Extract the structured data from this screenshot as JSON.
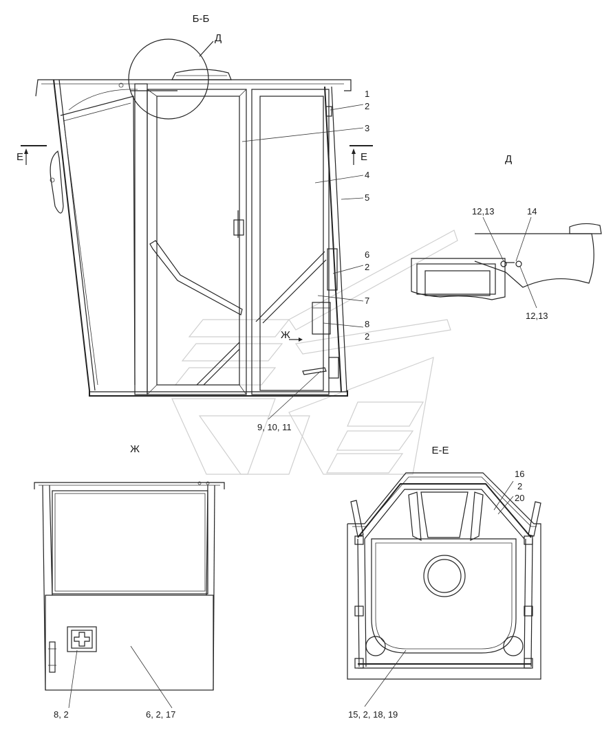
{
  "views": {
    "bb": "Б-Б",
    "d": "Д",
    "d_callout": "Д",
    "zh": "Ж",
    "zh_arrow": "Ж",
    "ee": "Е-Е",
    "e_left": "Е",
    "e_right": "Е"
  },
  "callouts": {
    "c1": "1",
    "c2a": "2",
    "c3": "3",
    "c4": "4",
    "c5": "5",
    "c6": "6",
    "c2b": "2",
    "c7": "7",
    "c8": "8",
    "c2c": "2",
    "c9": "9, 10, 11",
    "d1213a": "12,13",
    "d14": "14",
    "d1213b": "12,13",
    "ee16": "16",
    "ee2": "2",
    "ee20": "20",
    "ee15": "15, 2, 18, 19",
    "zh82": "8, 2",
    "zh6217": "6, 2, 17"
  }
}
